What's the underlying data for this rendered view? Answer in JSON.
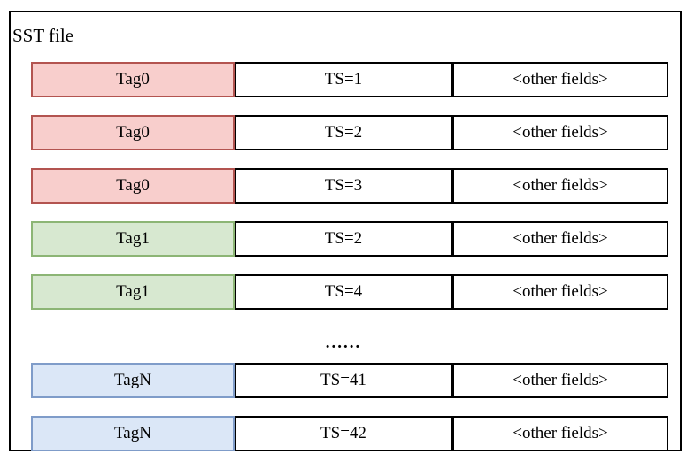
{
  "diagram": {
    "title": "SST file",
    "ellipsis": "......",
    "rows": [
      {
        "tag": "Tag0",
        "ts": "TS=1",
        "other": "<other fields>"
      },
      {
        "tag": "Tag0",
        "ts": "TS=2",
        "other": "<other fields>"
      },
      {
        "tag": "Tag0",
        "ts": "TS=3",
        "other": "<other fields>"
      },
      {
        "tag": "Tag1",
        "ts": "TS=2",
        "other": "<other fields>"
      },
      {
        "tag": "Tag1",
        "ts": "TS=4",
        "other": "<other fields>"
      },
      {
        "tag": "TagN",
        "ts": "TS=41",
        "other": "<other fields>"
      },
      {
        "tag": "TagN",
        "ts": "TS=42",
        "other": "<other fields>"
      }
    ]
  },
  "colors": {
    "outer_border": "#000000",
    "cell_border": "#000000",
    "tag0_fill": "#f8cecc",
    "tag0_border": "#b35450",
    "tag1_fill": "#d7e8d0",
    "tag1_border": "#8cb575",
    "tagn_fill": "#dbe7f7",
    "tagn_border": "#7f9cc9"
  }
}
